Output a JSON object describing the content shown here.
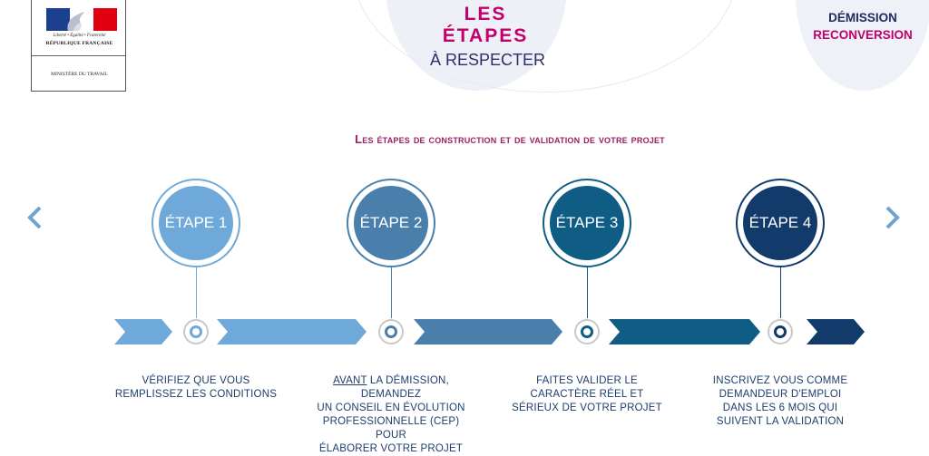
{
  "logo": {
    "motto": "Liberté • Égalité • Fraternité",
    "republic": "RÉPUBLIQUE FRANÇAISE",
    "ministry": "MINISTÈRE DU TRAVAIL"
  },
  "header": {
    "title_line1": "LES",
    "title_line2": "ÉTAPES",
    "title_line3": "À RESPECTER",
    "badge_line1": "DÉMISSION",
    "badge_line2": "RECONVERSION"
  },
  "section_title": "Les étapes de construction et de validation de votre projet",
  "colors": {
    "magenta": "#c2006c",
    "navy": "#2c2f6a",
    "step1": "#6fa9d9",
    "step2": "#4a7fac",
    "step3": "#0f5c84",
    "step4": "#123a6b"
  },
  "nav": {
    "prev_icon": "chevron-left-icon",
    "next_icon": "chevron-right-icon"
  },
  "steps": [
    {
      "label": "ÉTAPE 1",
      "desc_lines": [
        "VÉRIFIEZ QUE VOUS",
        "REMPLISSEZ LES CONDITIONS"
      ]
    },
    {
      "label": "ÉTAPE 2",
      "desc_first_underlined": "AVANT",
      "desc_first_rest": " LA DÉMISSION, DEMANDEZ",
      "desc_lines": [
        "UN CONSEIL EN ÉVOLUTION",
        "PROFESSIONNELLE (CEP) POUR",
        "ÉLABORER VOTRE PROJET"
      ]
    },
    {
      "label": "ÉTAPE 3",
      "desc_lines": [
        "FAITES VALIDER LE",
        "CARACTÈRE RÉEL ET",
        "SÉRIEUX DE VOTRE PROJET"
      ]
    },
    {
      "label": "ÉTAPE 4",
      "desc_lines": [
        "INSCRIVEZ VOUS COMME",
        "DEMANDEUR D'EMPLOI",
        "DANS LES 6 MOIS QUI",
        "SUIVENT LA VALIDATION"
      ]
    }
  ]
}
